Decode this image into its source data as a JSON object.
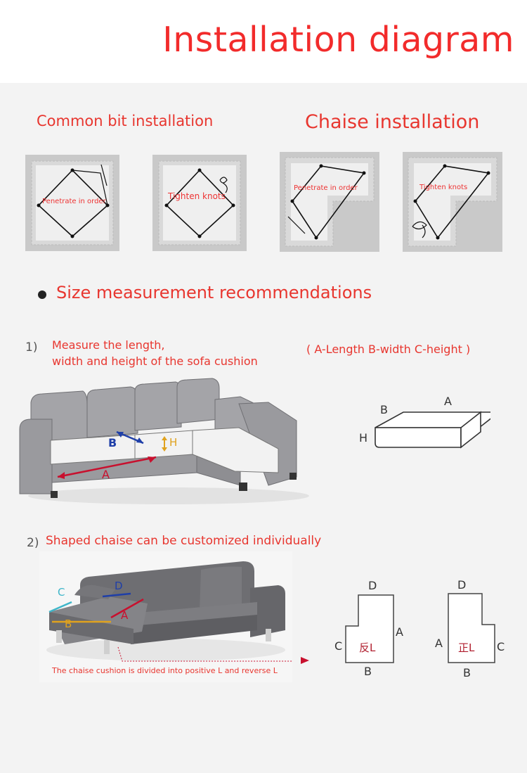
{
  "header": {
    "title": "Installation diagram"
  },
  "install": {
    "common_title": "Common bit installation",
    "chaise_title": "Chaise installation",
    "panels": [
      {
        "label": "Penetrate in order"
      },
      {
        "label": "Tighten knots"
      },
      {
        "label": "Penetrate in order"
      },
      {
        "label": "Tighten knots"
      }
    ]
  },
  "size": {
    "heading": "Size measurement recommendations"
  },
  "step1": {
    "num": "1)",
    "line1": "Measure the length,",
    "line2": "width and height of the sofa cushion",
    "legend": "( A-Length B-width C-height )",
    "sofa_labels": {
      "a": "A",
      "b": "B",
      "h": "H"
    },
    "cushion_labels": {
      "a": "A",
      "b": "B",
      "h": "H"
    }
  },
  "step2": {
    "num": "2)",
    "text": "Shaped chaise can be customized individually",
    "note": "The chaise cushion is divided into positive L and reverse L",
    "sofa_labels": {
      "a": "A",
      "b": "B",
      "c": "C",
      "d": "D"
    },
    "reverse": {
      "d": "D",
      "c": "C",
      "a": "A",
      "b": "B",
      "name": "反L"
    },
    "positive": {
      "d": "D",
      "a": "A",
      "c": "C",
      "b": "B",
      "name": "正L"
    }
  },
  "colors": {
    "title": "#f22b2b",
    "accent": "#e8362f",
    "panel": "#c9c9c9",
    "sofa": "#9a9a9e",
    "a_line": "#c8102e",
    "b_line": "#1f3fa8",
    "h_line": "#e0a21e",
    "c_line": "#3fb6c9"
  }
}
